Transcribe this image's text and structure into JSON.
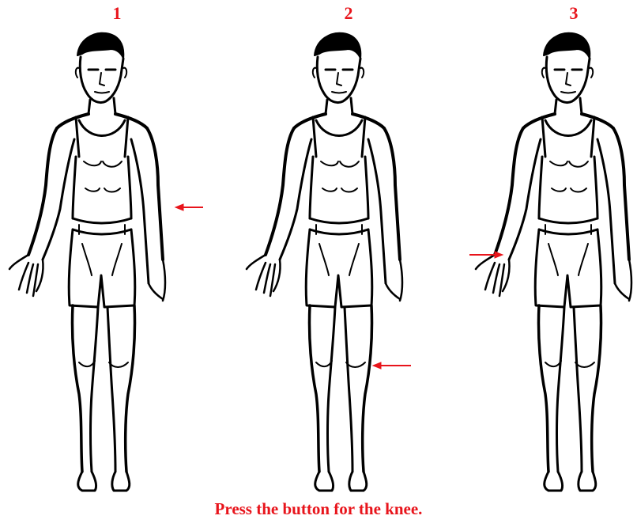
{
  "options": [
    {
      "label": "1",
      "target": "elbow"
    },
    {
      "label": "2",
      "target": "knee"
    },
    {
      "label": "3",
      "target": "wrist"
    }
  ],
  "prompt": "Press the button for the knee.",
  "colors": {
    "accent": "#e8141b",
    "ink": "#000000",
    "background": "#ffffff"
  }
}
